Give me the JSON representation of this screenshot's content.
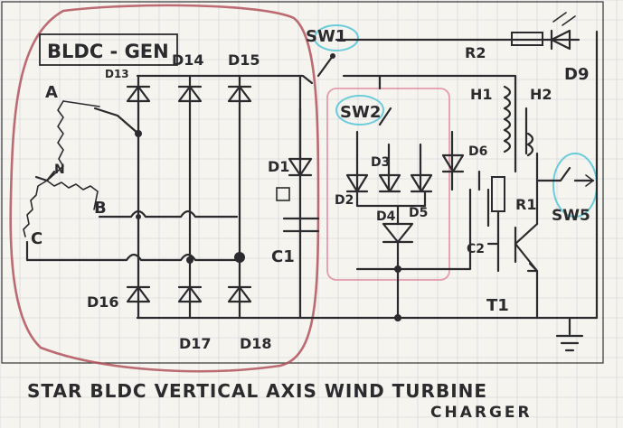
{
  "title": "BLDC - GEN",
  "caption_line1": "STAR BLDC VERTICAL AXIS WIND TURBINE",
  "caption_line2": "CHARGER",
  "labels": {
    "a": "A",
    "b": "B",
    "c": "C",
    "n": "N",
    "d13": "D13",
    "d14": "D14",
    "d15": "D15",
    "d16": "D16",
    "d17": "D17",
    "d18": "D18",
    "d1": "D1",
    "c1": "C1",
    "sw1": "SW1",
    "sw2": "SW2",
    "sw5": "SW5",
    "r2": "R2",
    "d9": "D9",
    "h1": "H1",
    "h2": "H2",
    "d2": "D2",
    "d3": "D3",
    "d4": "D4",
    "d5": "D5",
    "d6": "D6",
    "c2": "C2",
    "r1": "R1",
    "t1": "T1"
  },
  "colors": {
    "ink": "#2b2b2e",
    "bldc_outline": "#b0525a",
    "sw2_outline": "#e28ba2",
    "switch_highlight": "#5cc8d8",
    "paper": "#f6f4ef"
  }
}
